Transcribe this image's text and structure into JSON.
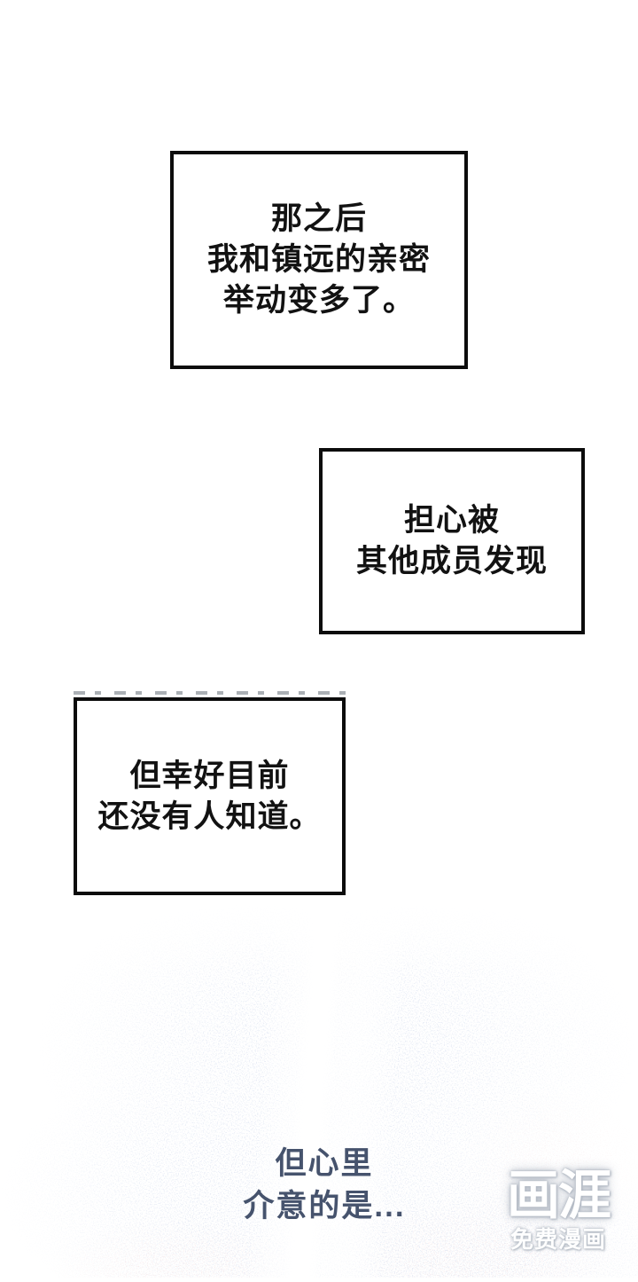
{
  "page": {
    "kind": "webtoon-comic-page",
    "background_color": "#ffffff"
  },
  "panels": {
    "narration_boxes": [
      {
        "lines": [
          "那之后",
          "我和镇远的亲密",
          "举动变多了。"
        ]
      },
      {
        "lines": [
          "担心被",
          "其他成员发现"
        ]
      },
      {
        "lines": [
          "但幸好目前",
          "还没有人知道。"
        ]
      }
    ],
    "caption": {
      "lines": [
        "但心里",
        "介意的是..."
      ],
      "text_color": "#46536d"
    }
  },
  "watermark": {
    "logo_text": "画涯",
    "subtitle_text": "免费漫画"
  },
  "colors": {
    "box_border": "#0c0c0c",
    "box_text": "#121212",
    "caption_text": "#46536d",
    "speckle_blue": "#c5d0e7",
    "speckle_pink": "#ebd1d4"
  }
}
